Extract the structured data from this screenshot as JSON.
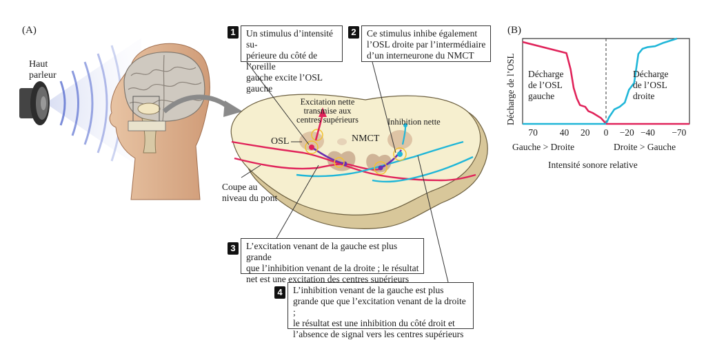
{
  "panel_a": {
    "label": "(A)",
    "speaker_label_line1": "Haut",
    "speaker_label_line2": "parleur",
    "section_label_line1": "Coupe au",
    "section_label_line2": "niveau du pont",
    "osl_label": "OSL",
    "nmct_label": "NMCT",
    "excitation_line1": "Excitation nette",
    "excitation_line2": "transmise aux",
    "excitation_line3": "centres supérieurs",
    "inhibition_label": "Inhibition nette",
    "callouts": [
      {
        "number": "1",
        "lines": [
          "Un stimulus d’intensité su-",
          "périeure du côté de l’oreille",
          "gauche excite l’OSL gauche"
        ]
      },
      {
        "number": "2",
        "lines": [
          "Ce stimulus inhibe également",
          "l’OSL droite par l’intermédiaire",
          "d’un interneurone du NMCT"
        ]
      },
      {
        "number": "3",
        "lines": [
          "L’excitation venant de la gauche est plus grande",
          "que l’inhibition venant de la droite ; le résultat",
          "net est une excitation des centres supérieurs"
        ]
      },
      {
        "number": "4",
        "lines": [
          "L’inhibition venant de la gauche est plus",
          "grande que que l’excitation venant de la droite ;",
          "le résultat est une inhibition du côté droit et",
          "l’absence de signal vers les centres supérieurs"
        ]
      }
    ]
  },
  "panel_b": {
    "label": "(B)",
    "colors": {
      "left": "#e0235a",
      "right": "#1fb6d8"
    }
  },
  "chart_data": {
    "type": "line",
    "ylabel": "Décharge de l’OSL",
    "xlabel": "Intensité sonore relative",
    "x_ticks": [
      "70",
      "40",
      "20",
      "0",
      "−20",
      "−40",
      "−70"
    ],
    "x_tick_values": [
      70,
      40,
      20,
      0,
      -20,
      -40,
      -70
    ],
    "xlim": [
      80,
      -80
    ],
    "ylim": [
      0,
      100
    ],
    "x_side_left": "Gauche > Droite",
    "x_side_right": "Droite > Gauche",
    "series": [
      {
        "name": "Décharge de l’OSL gauche",
        "name_lines": [
          "Décharge",
          "de l’OSL",
          "gauche"
        ],
        "x": [
          80,
          38,
          34,
          31,
          28,
          25,
          20,
          17,
          13,
          9,
          5,
          2,
          0
        ],
        "y": [
          96,
          83,
          64,
          42,
          30,
          22,
          20,
          15,
          13,
          10,
          7,
          3,
          0
        ]
      },
      {
        "name": "Décharge de l’OSL droite",
        "name_lines": [
          "Décharge",
          "de l’OSL",
          "droite"
        ],
        "x": [
          0,
          -3,
          -8,
          -13,
          -18,
          -22,
          -27,
          -31,
          -35,
          -40,
          -47,
          -55,
          -68
        ],
        "y": [
          0,
          8,
          17,
          20,
          25,
          40,
          48,
          82,
          88,
          90,
          91,
          95,
          100
        ]
      },
      {
        "name": "",
        "x": [
          80,
          0
        ],
        "y": [
          0,
          0
        ]
      },
      {
        "name": "",
        "x": [
          0,
          -80
        ],
        "y": [
          0,
          0
        ]
      }
    ]
  }
}
